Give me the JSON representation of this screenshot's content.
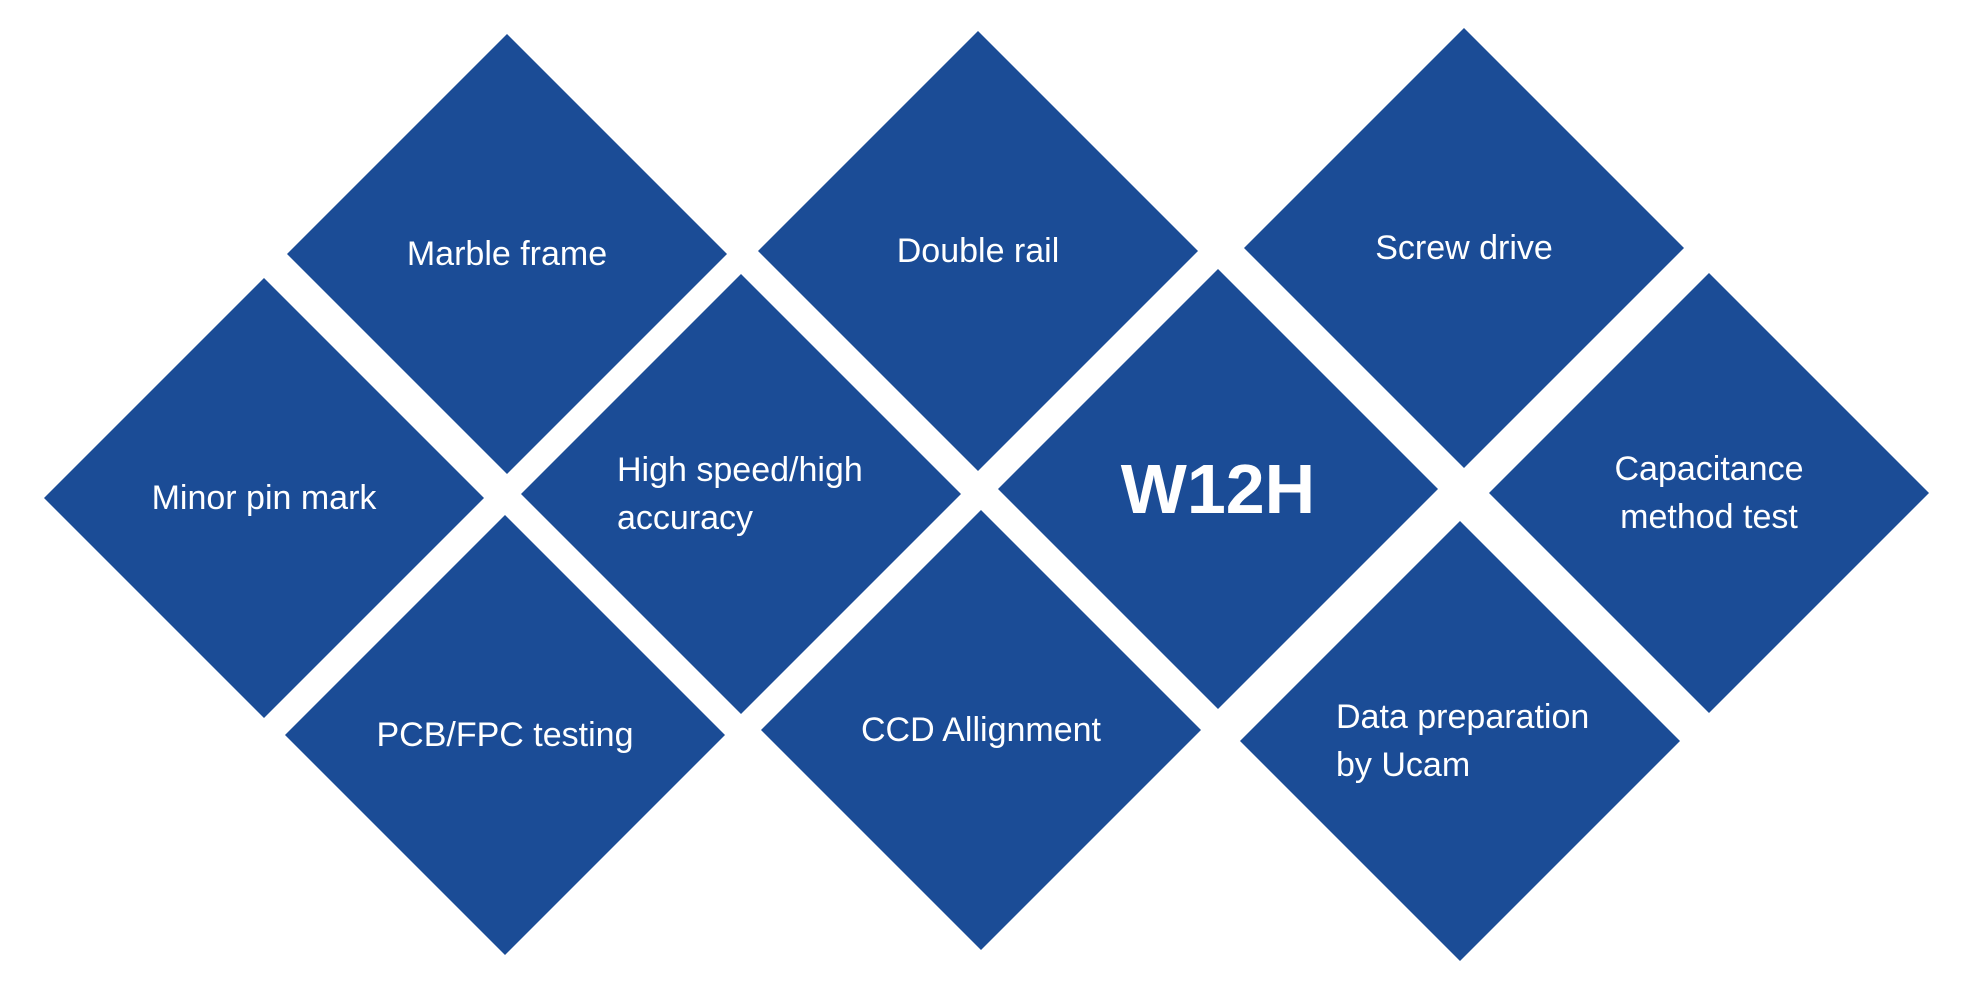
{
  "diagram": {
    "center": {
      "label": "W12H"
    },
    "tiles": [
      {
        "id": "marble-frame",
        "label": "Marble frame"
      },
      {
        "id": "double-rail",
        "label": "Double rail"
      },
      {
        "id": "screw-drive",
        "label": "Screw drive"
      },
      {
        "id": "minor-pin-mark",
        "label": "Minor pin mark"
      },
      {
        "id": "high-speed-high-accuracy",
        "label": "High speed/high\naccuracy"
      },
      {
        "id": "capacitance-method-test",
        "label": "Capacitance\nmethod test"
      },
      {
        "id": "pcb-fpc-testing",
        "label": "PCB/FPC testing"
      },
      {
        "id": "ccd-allignment",
        "label": "CCD Allignment"
      },
      {
        "id": "data-preparation-by-ucam",
        "label": "Data preparation\nby Ucam"
      }
    ],
    "colors": {
      "tile_fill": "#1b4c96",
      "tile_text": "#ffffff",
      "background": "#ffffff"
    }
  }
}
